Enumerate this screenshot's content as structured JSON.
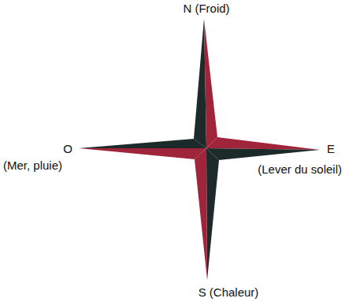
{
  "diagram": {
    "labels": [
      "N (Froid)",
      "O",
      "(Mer, pluie)",
      "E",
      "(Lever du soleil)",
      "S (Chaleur)"
    ]
  }
}
